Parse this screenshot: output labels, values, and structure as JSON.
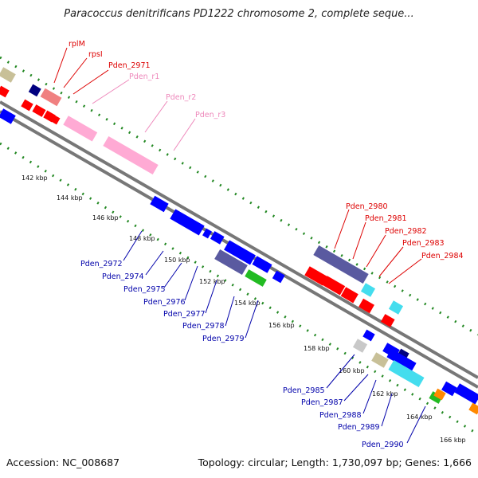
{
  "map": {
    "title": "Paracoccus denitrificans PD1222 chromosome 2, complete seque...",
    "accession": "Accession: NC_008687",
    "topology": "Topology: circular; Length: 1,730,097 bp; Genes: 1,666"
  },
  "ticks": [
    "142 kbp",
    "144 kbp",
    "146 kbp",
    "148 kbp",
    "150 kbp",
    "152 kbp",
    "154 kbp",
    "156 kbp",
    "158 kbp",
    "160 kbp",
    "162 kbp",
    "164 kbp",
    "166 kbp"
  ],
  "labels": {
    "outer_red": [
      "rplM",
      "rpsI",
      "Pden_2971"
    ],
    "outer_pink": [
      "Pden_r1",
      "Pden_r2",
      "Pden_r3"
    ],
    "outer_right": [
      "Pden_2980",
      "Pden_2981",
      "Pden_2982",
      "Pden_2983",
      "Pden_2984"
    ],
    "inner_left": [
      "Pden_2972",
      "Pden_2974",
      "Pden_2975",
      "Pden_2976",
      "Pden_2977",
      "Pden_2978",
      "Pden_2979"
    ],
    "inner_bottom": [
      "Pden_2985",
      "Pden_2987",
      "Pden_2988",
      "Pden_2989",
      "Pden_2990"
    ]
  },
  "colors": {
    "red": "#ff0000",
    "pink": "#ffaad4",
    "blue": "#0000ff",
    "navy": "#000080",
    "slate": "#5a5aa0",
    "cyan": "#44ddee",
    "khaki": "#c8c098",
    "green": "#22bb22",
    "grey": "#c8c8c8",
    "orange": "#ff8800",
    "salmon": "#f08080",
    "tick_green": "#228822"
  }
}
